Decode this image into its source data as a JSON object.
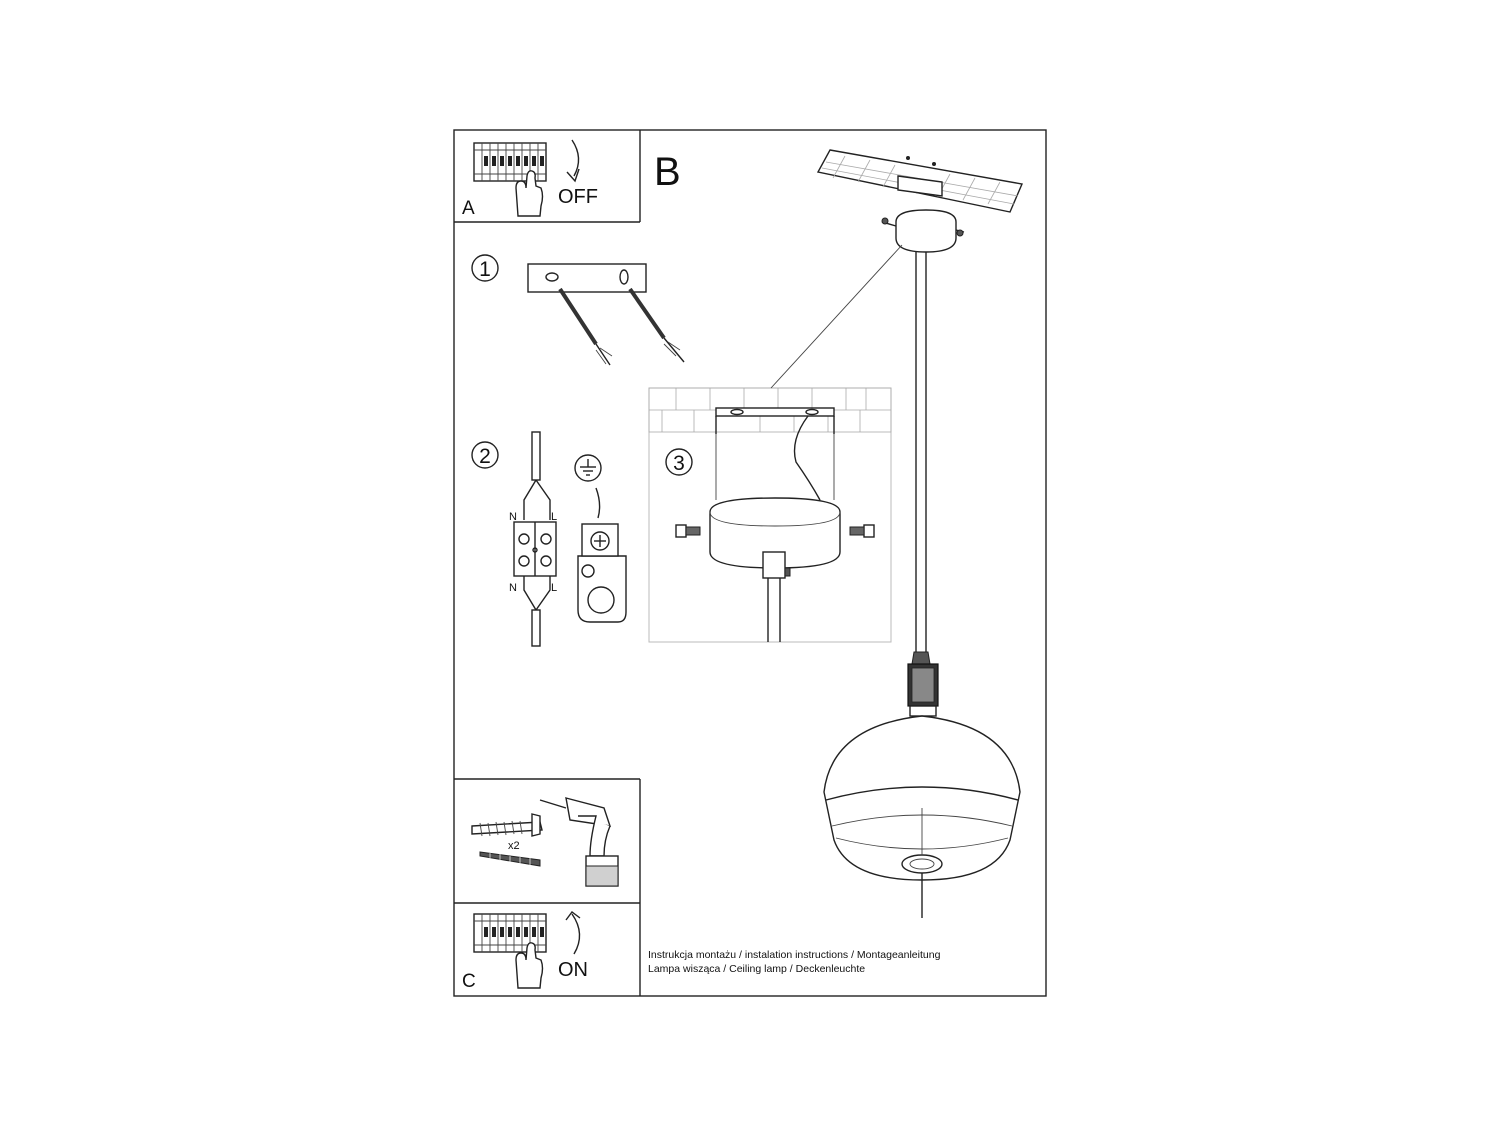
{
  "panels": {
    "a": {
      "letter": "A",
      "action": "OFF"
    },
    "b": {
      "letter": "B"
    },
    "c": {
      "letter": "C",
      "action": "ON"
    }
  },
  "steps": [
    {
      "number": "1"
    },
    {
      "number": "2"
    },
    {
      "number": "3"
    }
  ],
  "wiring": {
    "left_label": "N",
    "right_label": "L"
  },
  "tools": {
    "quantity": "x2"
  },
  "footer": {
    "line1": "Instrukcja montażu / instalation instructions / Montageanleitung",
    "line2": "Lampa wisząca / Ceiling lamp  / Deckenleuchte"
  },
  "icons": [
    "breaker-panel-icon",
    "hand-icon",
    "curved-arrow-icon",
    "earth-ground-icon",
    "drill-icon",
    "wall-plug-icon",
    "screw-icon"
  ]
}
